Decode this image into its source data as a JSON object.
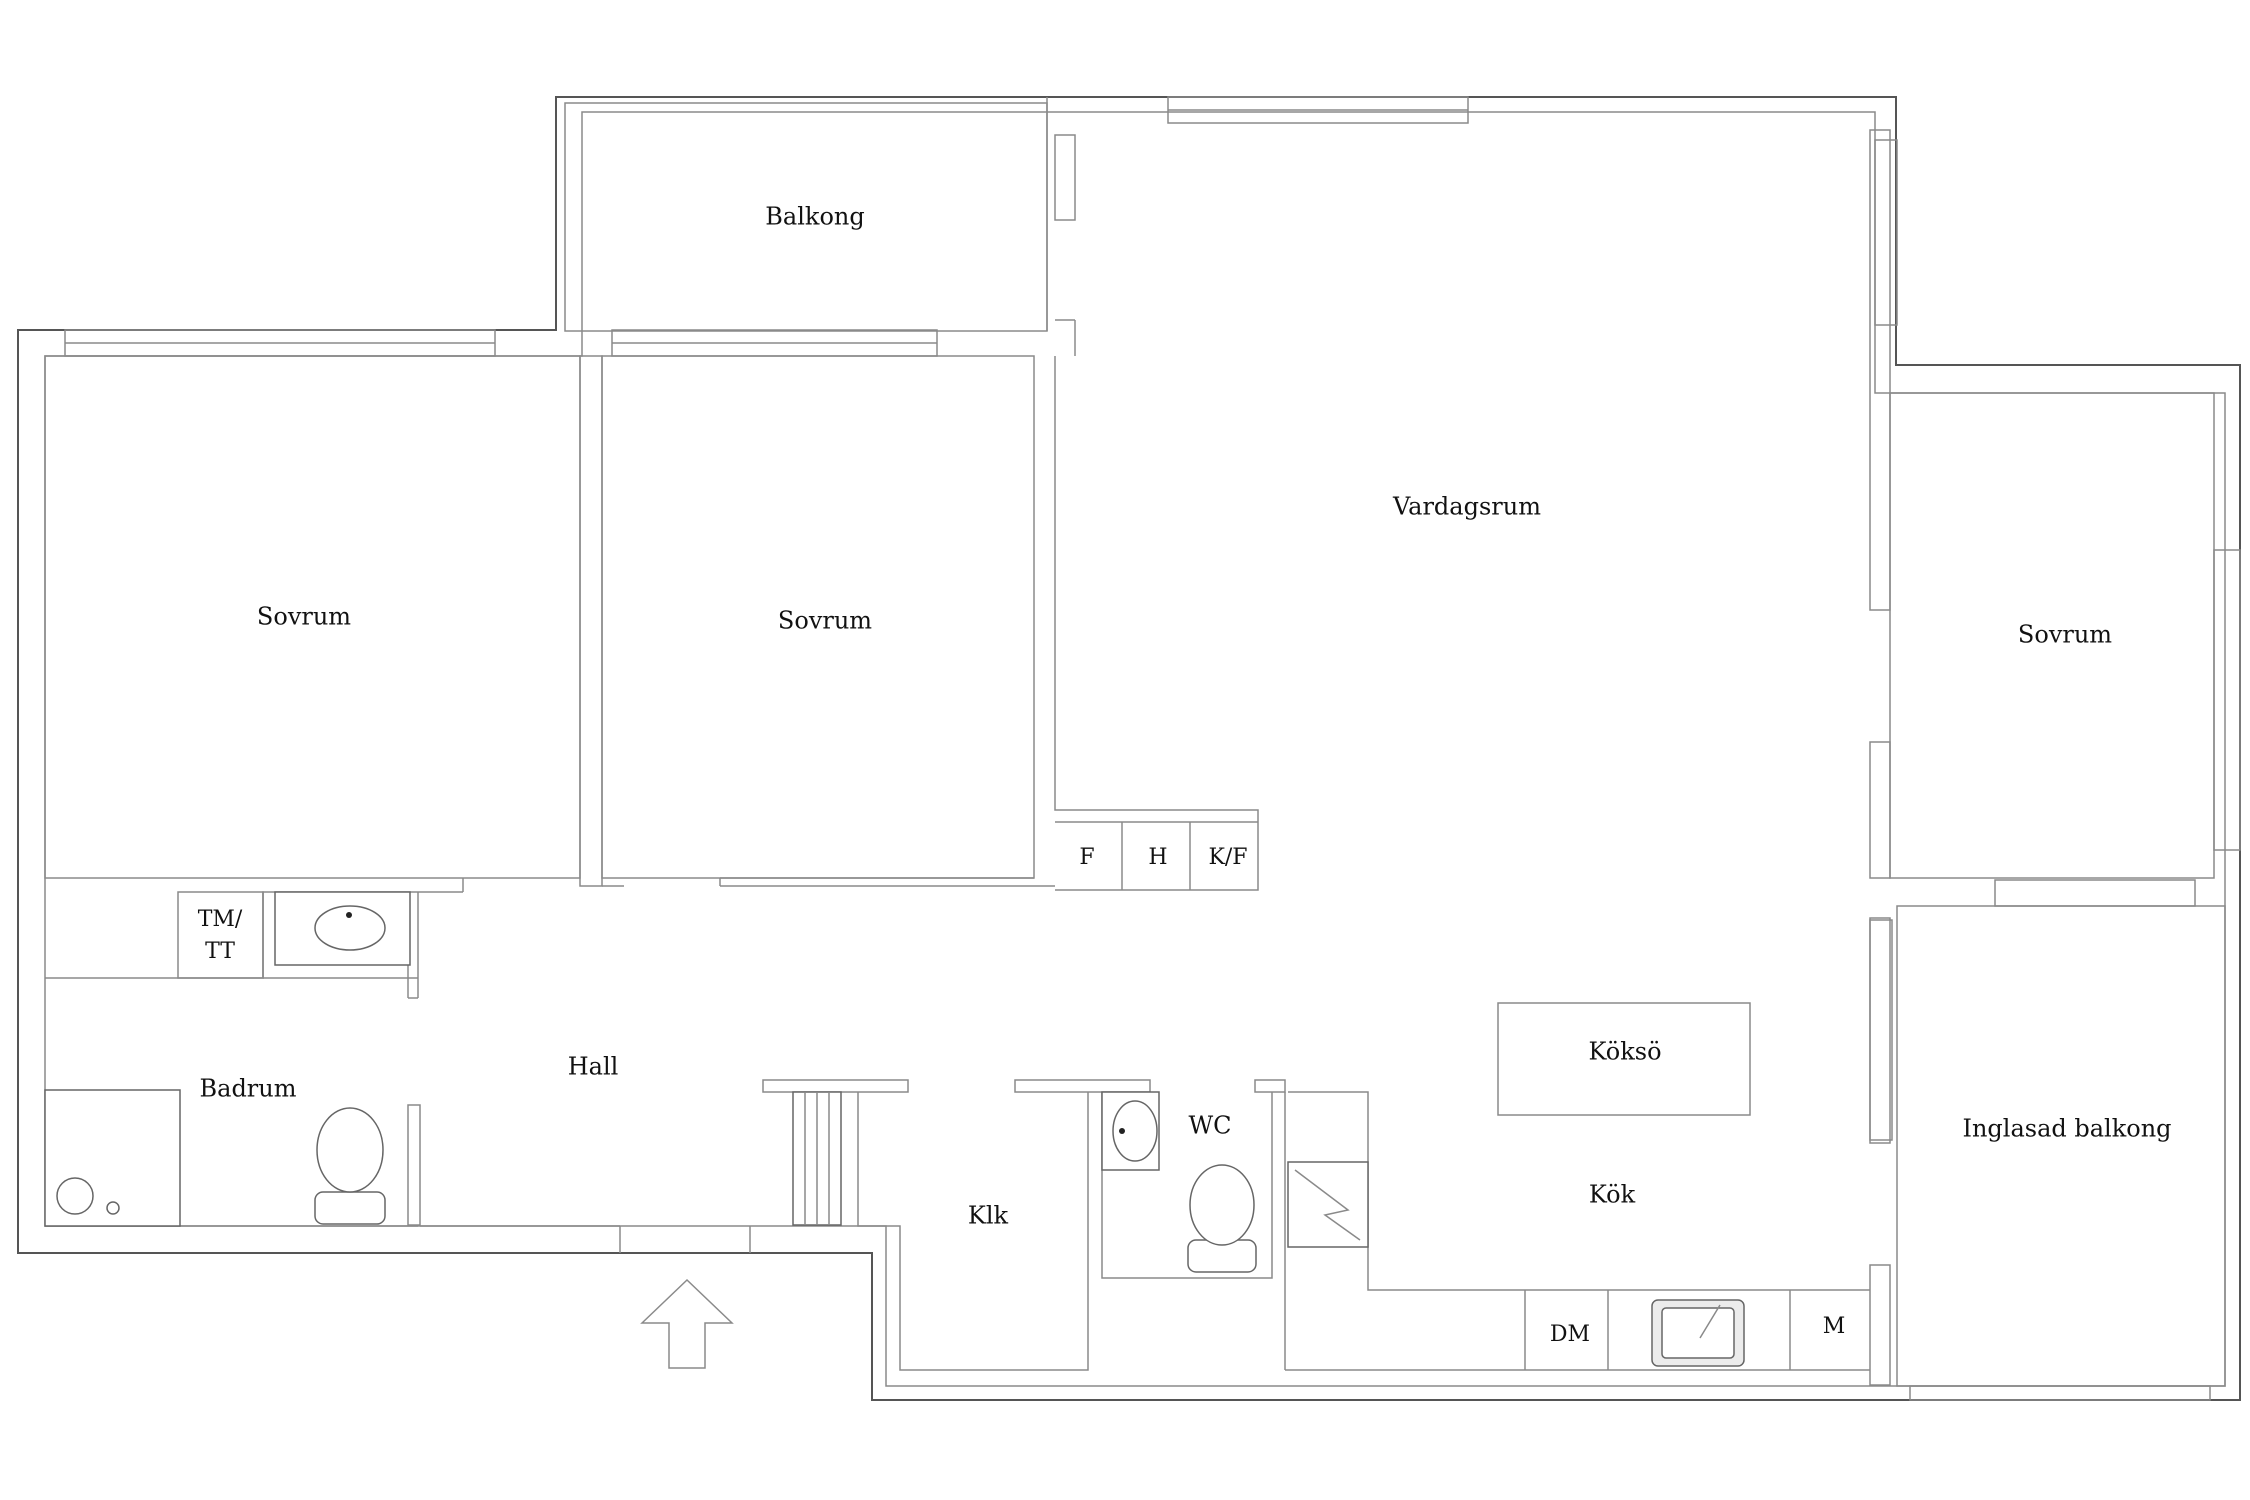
{
  "rooms": {
    "balkong": "Balkong",
    "sovrum_1": "Sovrum",
    "sovrum_2": "Sovrum",
    "vardagsrum": "Vardagsrum",
    "sovrum_3": "Sovrum",
    "koksö": "Köksö",
    "inglasad_balkong": "Inglasad balkong",
    "badrum": "Badrum",
    "hall": "Hall",
    "wc": "WC",
    "klk": "Klk",
    "kok": "Kök"
  },
  "closets": {
    "f": "F",
    "h": "H",
    "kf": "K/F",
    "tm_line1": "TM/",
    "tm_line2": "TT",
    "dm": "DM",
    "m": "M"
  },
  "icons": [
    "entrance-arrow-icon",
    "sink-icon",
    "toilet-icon",
    "shower-icon",
    "radiator-icon",
    "kitchen-sink-icon",
    "electrical-panel-icon"
  ]
}
